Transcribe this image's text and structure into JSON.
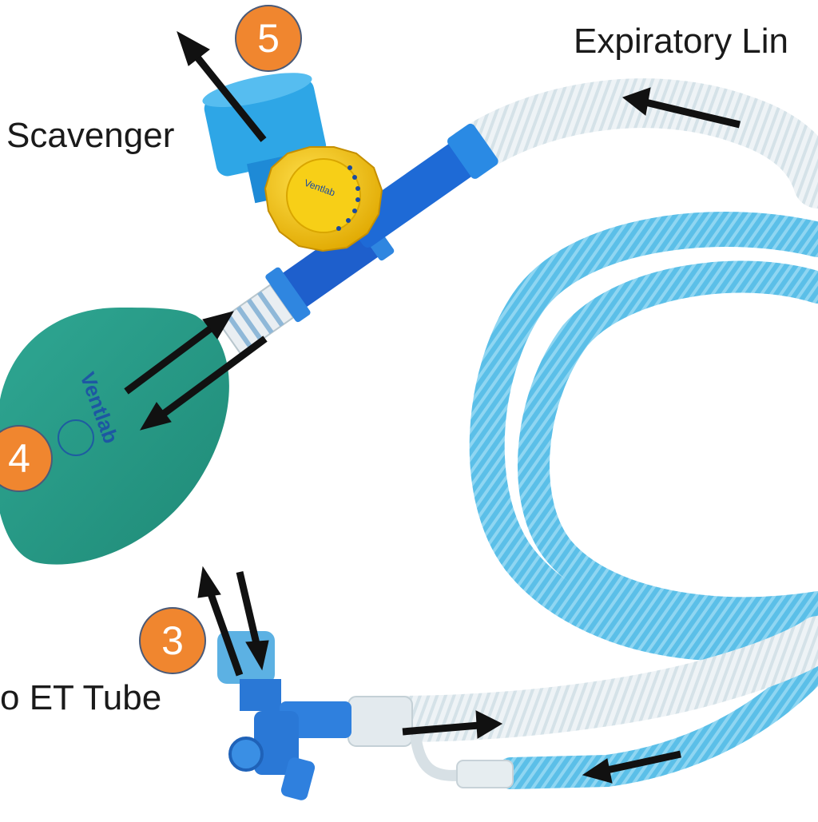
{
  "labels": {
    "expiratory_line": "Expiratory Lin",
    "scavenger": "Scavenger",
    "et_tube": "o ET Tube"
  },
  "badges": {
    "b5": "5",
    "b4": "4",
    "b3": "3"
  },
  "bag_brand": "Ventlab",
  "valve_brand": "Ventlab",
  "colors": {
    "badge": "#f0862f",
    "tube_blue": "#5bbfe8",
    "tube_clear": "#e6eef2",
    "bag_green": "#2a9a86",
    "valve_yellow": "#f5c400",
    "connector_blue": "#1e5fcc",
    "arrow": "#111111"
  }
}
